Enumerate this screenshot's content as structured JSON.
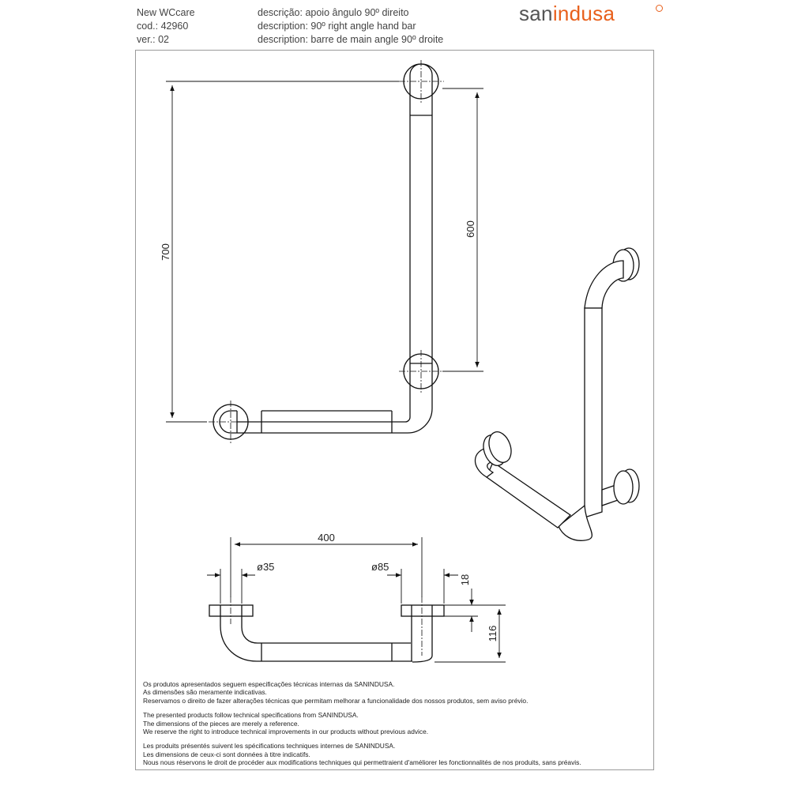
{
  "header": {
    "product": "New WCcare",
    "code": "cod.: 42960",
    "version": "ver.: 02",
    "descriptions": [
      "descrição: apoio ângulo 90º direito",
      "description: 90º right angle hand bar",
      "description: barre de main angle 90º droite"
    ]
  },
  "brand": {
    "text_left": "san",
    "text_right": "indusa",
    "accent_color": "#e8601c"
  },
  "dimensions": {
    "height_total": "700",
    "height_inner": "600",
    "length": "400",
    "tube_diameter": "ø35",
    "flange_diameter": "ø85",
    "flange_thickness": "18",
    "projection": "116"
  },
  "notes": {
    "pt": [
      "Os produtos apresentados seguem especificações técnicas internas da SANINDUSA.",
      "As dimensões são meramente indicativas.",
      "Reservamos o direito de fazer alterações técnicas que permitam melhorar a funcionalidade dos nossos produtos, sem aviso prévio."
    ],
    "en": [
      "The presented products follow technical specifications from SANINDUSA.",
      "The dimensions of the pieces are merely a reference.",
      "We reserve the right to introduce technical improvements in our products without previous advice."
    ],
    "fr": [
      "Les produits présentés suivent les spécifications techniques internes de SANINDUSA.",
      "Les dimensions de ceux-ci sont données à titre indicatifs.",
      "Nous nous réservons le droit de procéder aux modifications techniques qui permettraient d'améliorer les fonctionnalités de nos produits, sans préavis."
    ]
  }
}
